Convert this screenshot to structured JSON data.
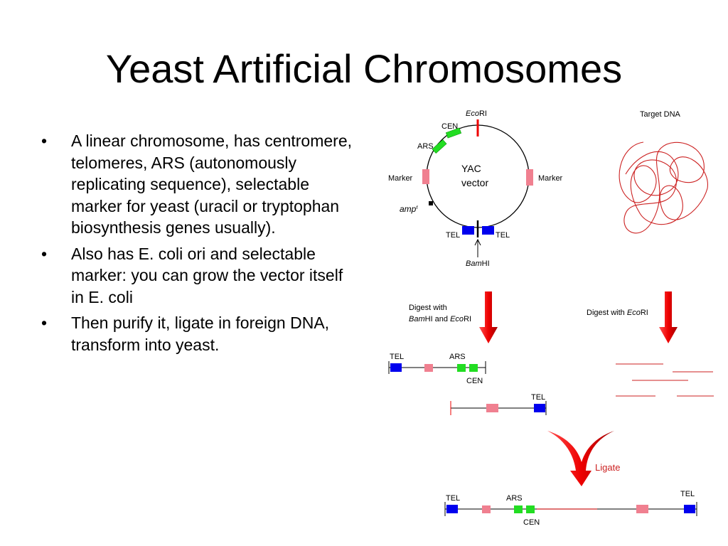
{
  "slide": {
    "title": "Yeast Artificial Chromosomes",
    "bullets": [
      "A linear chromosome, has centromere, telomeres, ARS (autonomously replicating sequence), selectable marker for yeast (uracil or tryptophan biosynthesis genes usually).",
      "Also has E. coli ori and selectable marker:  you can grow the vector itself in E. coli",
      "Then purify it, ligate in foreign DNA, transform into yeast."
    ]
  },
  "diagram": {
    "vector": {
      "label_line1": "YAC",
      "label_line2": "vector",
      "ecori_italic": "Eco",
      "ecori_rest": "RI",
      "cen": "CEN",
      "ars": "ARS",
      "marker_left": "Marker",
      "marker_right": "Marker",
      "amp_italic": "amp",
      "amp_sup": "r",
      "tel_left": "TEL",
      "tel_right": "TEL",
      "bamhi_italic": "Bam",
      "bamhi_rest": "HI"
    },
    "target": {
      "label": "Target DNA"
    },
    "digest_vector": {
      "line1": "Digest with",
      "line2_italic1": "Bam",
      "line2_mid": "HI and ",
      "line2_italic2": "Eco",
      "line2_end": "RI"
    },
    "digest_target": {
      "prefix": "Digest with ",
      "italic": "Eco",
      "suffix": "RI"
    },
    "fragment1": {
      "tel": "TEL",
      "ars": "ARS",
      "cen": "CEN"
    },
    "fragment2": {
      "tel": "TEL"
    },
    "ligate": {
      "label": "Ligate"
    },
    "product": {
      "tel_left": "TEL",
      "ars": "ARS",
      "cen": "CEN",
      "tel_right": "TEL"
    }
  },
  "colors": {
    "tel": "#0000ee",
    "marker": "#f08090",
    "ars_cen": "#22dd22",
    "arrow_red": "#ee0000",
    "dna_red": "#cc2222"
  }
}
